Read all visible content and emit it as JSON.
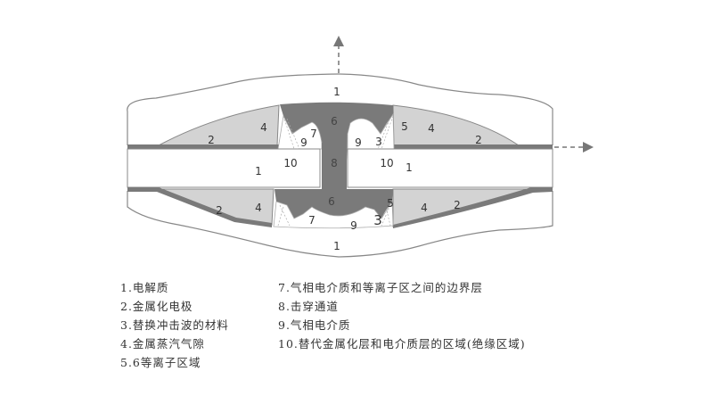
{
  "diagram": {
    "labels": [
      "1",
      "4",
      "2",
      "6",
      "7",
      "9",
      "9",
      "3",
      "5",
      "4",
      "2",
      "10",
      "8",
      "10",
      "1",
      "1",
      "2",
      "4",
      "6",
      "7",
      "9",
      "3",
      "5",
      "4",
      "2",
      "1"
    ],
    "colors": {
      "dark": "#7a7a7a",
      "light": "#d3d3d3",
      "outline": "#777777"
    }
  },
  "legend": {
    "left": [
      "1.电解质",
      "2.金属化电极",
      "3.替换冲击波的材料",
      "4.金属蒸汽气隙",
      "5.6等离子区域"
    ],
    "right": [
      "7.气相电介质和等离子区之间的边界层",
      "8.击穿通道",
      "9.气相电介质",
      "10.替代金属化层和电介质层的区域(绝缘区域)"
    ]
  }
}
